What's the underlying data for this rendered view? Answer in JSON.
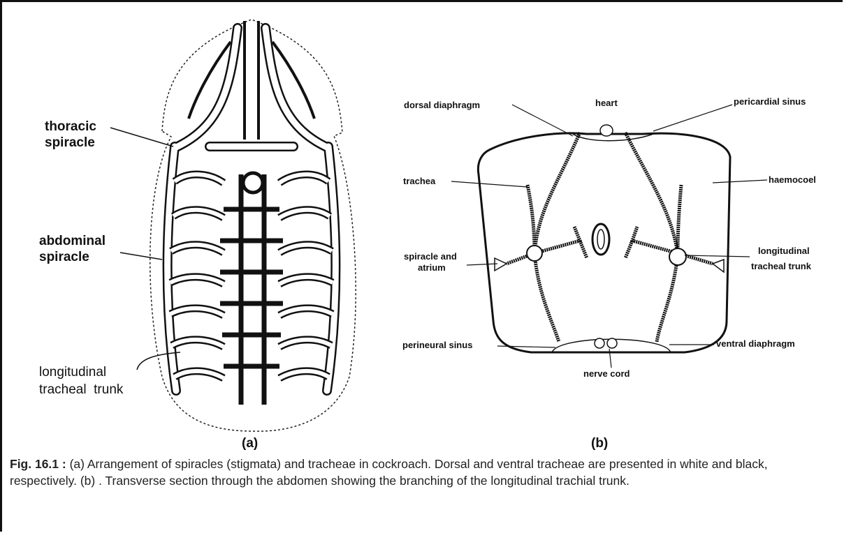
{
  "panel_a": {
    "label": "(a)",
    "labels": {
      "thoracic_spiracle_1": "thoracic",
      "thoracic_spiracle_2": "spiracle",
      "abdominal_spiracle_1": "abdominal",
      "abdominal_spiracle_2": "spiracle",
      "longitudinal_trunk_1": "longitudinal",
      "longitudinal_trunk_2": "tracheal  trunk"
    }
  },
  "panel_b": {
    "label": "(b)",
    "labels": {
      "dorsal_diaphragm": "dorsal diaphragm",
      "heart": "heart",
      "pericardial_sinus": "pericardial sinus",
      "trachea": "trachea",
      "haemocoel": "haemocoel",
      "spiracle_atrium_1": "spiracle and",
      "spiracle_atrium_2": "atrium",
      "longitudinal_trunk_1": "longitudinal",
      "longitudinal_trunk_2": "tracheal trunk",
      "perineural_sinus": "perineural sinus",
      "ventral_diaphragm": "ventral diaphragm",
      "nerve_cord": "nerve cord"
    }
  },
  "caption": {
    "fig_number": "Fig. 16.1 :",
    "text": " (a) Arrangement of spiracles (stigmata) and tracheae in cockroach. Dorsal and ventral tracheae are presented in white and black, respectively. (b) . Transverse section through the abdomen showing the branching of the longitudinal trachial trunk."
  }
}
